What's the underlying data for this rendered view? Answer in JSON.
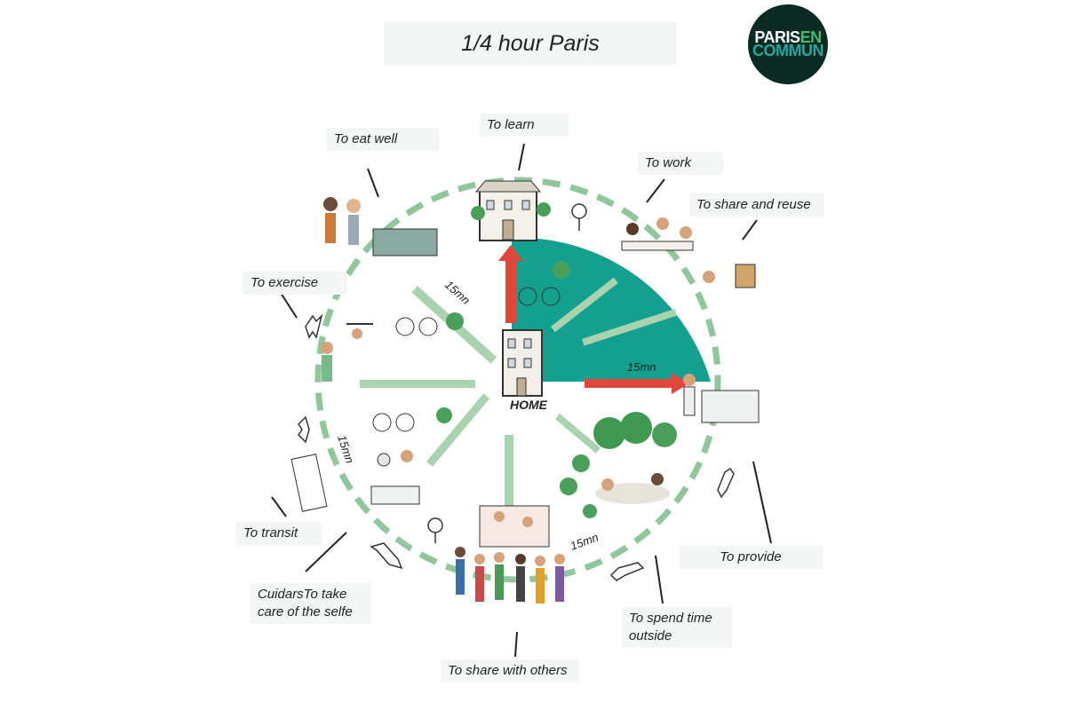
{
  "title": "1/4 hour Paris",
  "logo": {
    "line1_a": "PARIS",
    "line1_b": "EN",
    "line2": "COMMUN"
  },
  "center": "HOME",
  "distance_labels": [
    "15mn",
    "15mn",
    "15mn",
    "15mn"
  ],
  "destinations": {
    "eat": "To eat well",
    "learn": "To learn",
    "work": "To work",
    "share_reuse": "To share and reuse",
    "exercise": "To exercise",
    "transit": "To transit",
    "care": "CuidarsTo take care of the selfe",
    "share_others": "To share with others",
    "outside": "To spend time outside",
    "provide": "To provide"
  },
  "colors": {
    "teal": "#14a08f",
    "green_dash": "#8fc79a",
    "red_arrow": "#e0473a",
    "logo_bg": "#0a2a22"
  }
}
